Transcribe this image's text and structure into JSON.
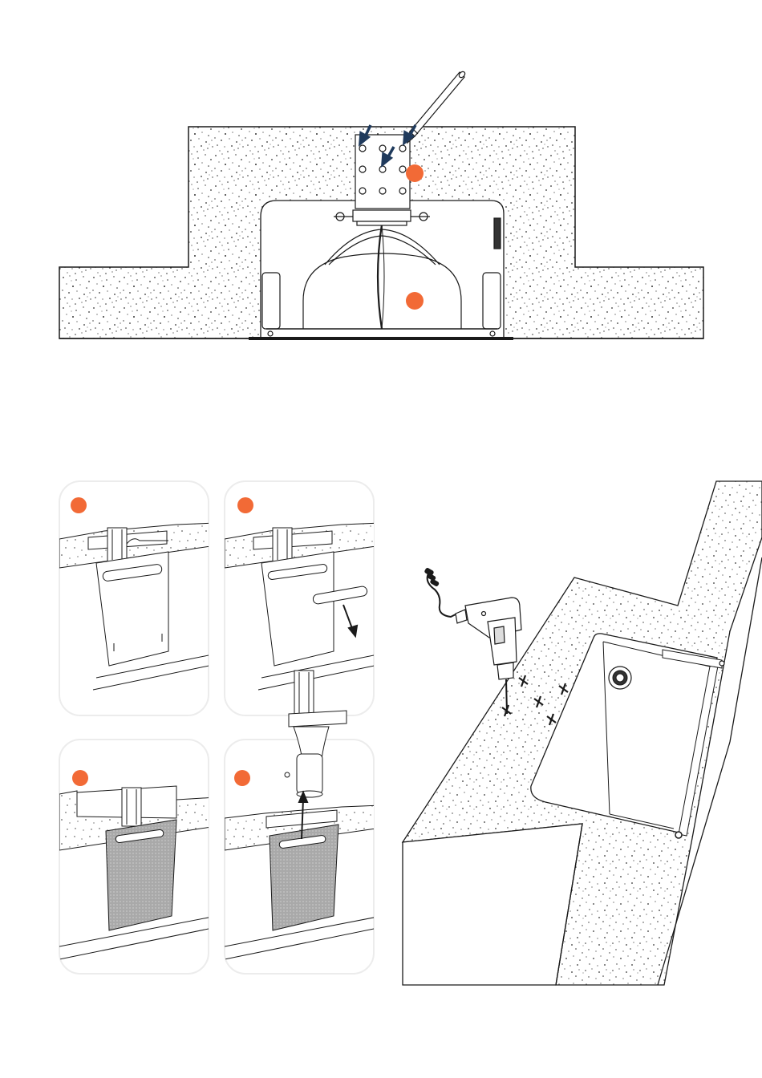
{
  "colors": {
    "accent": "#f26a36",
    "arrow": "#1f3a5c",
    "line": "#1a1a1a",
    "speckle": "#3a3a3a",
    "card_border": "#ececec",
    "filter_fill": "#a8a8a8"
  },
  "top_diagram": {
    "icons": [
      "pencil-icon",
      "arrow-icon",
      "arrow-icon",
      "arrow-icon"
    ],
    "markers": 2
  },
  "steps": {
    "cards": 4,
    "markers": 4
  },
  "drill_diagram": {
    "icons": [
      "drill-icon",
      "cross-mark-icon"
    ],
    "cross_marks": 5
  }
}
